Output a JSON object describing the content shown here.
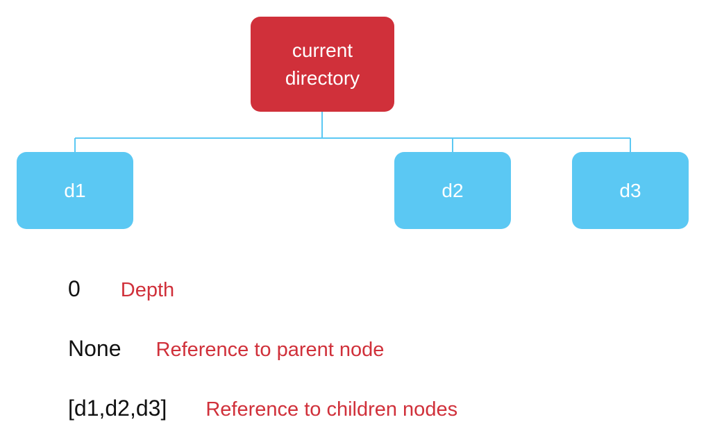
{
  "tree": {
    "root": {
      "label": "current directory"
    },
    "children": [
      {
        "label": "d1"
      },
      {
        "label": "d2"
      },
      {
        "label": "d3"
      }
    ]
  },
  "legend": {
    "depth": {
      "value": "0",
      "label": "Depth"
    },
    "parent": {
      "value": "None",
      "label": "Reference to parent node"
    },
    "children": {
      "value": "[d1,d2,d3]",
      "label": "Reference to children nodes"
    }
  },
  "colors": {
    "root_fill": "#d0303a",
    "child_fill": "#5bc8f3",
    "connector": "#5bc8f3",
    "legend_label": "#d0303a"
  }
}
